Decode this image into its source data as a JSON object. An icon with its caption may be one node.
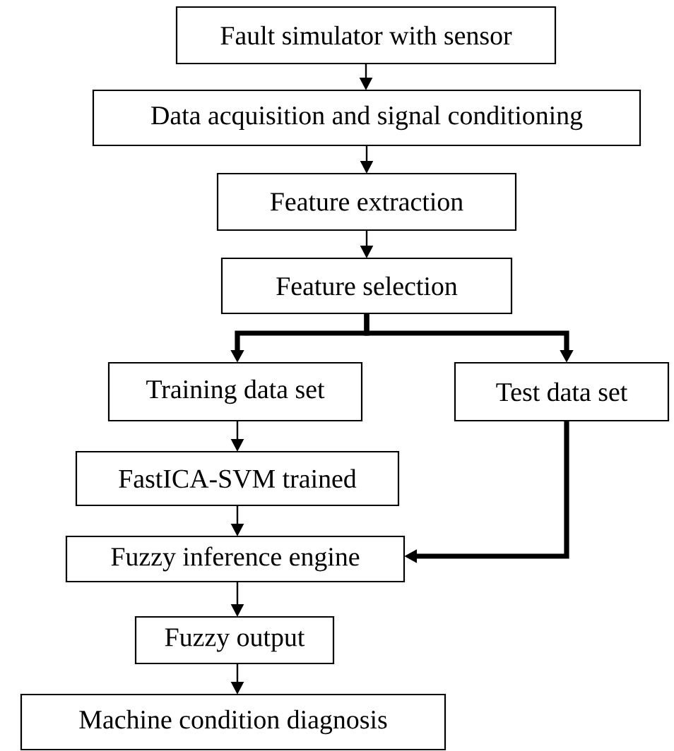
{
  "diagram": {
    "nodes": [
      {
        "text": [
          "Fault simulator with sensor"
        ]
      },
      {
        "text": [
          "Data acquisition and signal conditioning"
        ]
      },
      {
        "text": [
          "Feature extraction"
        ]
      },
      {
        "text": [
          "Feature selection"
        ]
      },
      {
        "text": [
          "Training data set"
        ]
      },
      {
        "text": [
          "Test data set"
        ]
      },
      {
        "text": [
          "FastICA-SVM trained"
        ]
      },
      {
        "text": [
          "Fuzzy inference engine"
        ]
      },
      {
        "text": [
          "Fuzzy output"
        ]
      },
      {
        "text": [
          "Machine condition diagnosis"
        ]
      }
    ],
    "edges": [
      {
        "from": 0,
        "to": 1,
        "arrow": "to"
      },
      {
        "from": 1,
        "to": 2,
        "arrow": "to"
      },
      {
        "from": 2,
        "to": 3,
        "arrow": "to"
      },
      {
        "from": 3,
        "to": 4,
        "arrow": "to",
        "style": "thick"
      },
      {
        "from": 3,
        "to": 5,
        "arrow": "to",
        "style": "thick"
      },
      {
        "from": 4,
        "to": 6,
        "arrow": "to"
      },
      {
        "from": 6,
        "to": 7,
        "arrow": "to"
      },
      {
        "from": 5,
        "to": 7,
        "arrow": "to",
        "style": "thick"
      },
      {
        "from": 7,
        "to": 8,
        "arrow": "to"
      },
      {
        "from": 8,
        "to": 9,
        "arrow": "to"
      }
    ]
  }
}
